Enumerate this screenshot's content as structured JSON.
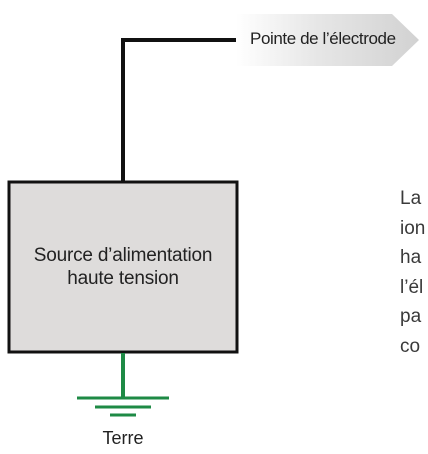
{
  "diagram": {
    "source_label_line1": "Source d’alimentation",
    "source_label_line2": "haute tension",
    "electrode_tip_label": "Pointe de l’électrode",
    "ground_label": "Terre",
    "side_text_lines": [
      "La",
      "ion",
      "ha",
      "l’él",
      "pa",
      "co"
    ]
  },
  "colors": {
    "wire": "#111111",
    "ground": "#1e8a45",
    "box_fill": "#dedcdb",
    "box_stroke": "#111111",
    "arrow_fill": "#dedede"
  }
}
